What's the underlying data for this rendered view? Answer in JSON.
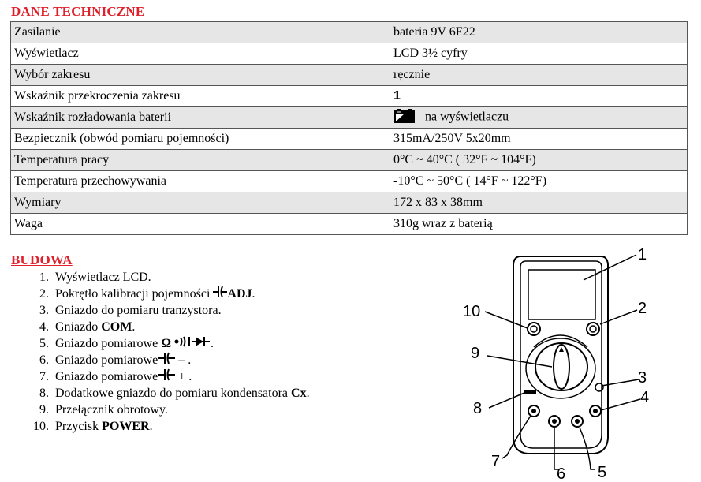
{
  "tech": {
    "heading": "DANE TECHNICZNE",
    "rows": [
      {
        "label": "Zasilanie",
        "value": "bateria 9V 6F22"
      },
      {
        "label": "Wyświetlacz",
        "value": "LCD 3½ cyfry"
      },
      {
        "label": "Wybór zakresu",
        "value": "ręcznie"
      },
      {
        "label": "Wskaźnik przekroczenia zakresu",
        "value": "1"
      },
      {
        "label": "Wskaźnik rozładowania baterii",
        "value": "na wyświetlaczu",
        "icon": "low-battery-icon"
      },
      {
        "label": "Bezpiecznik (obwód pomiaru pojemności)",
        "value": "315mA/250V 5x20mm"
      },
      {
        "label": "Temperatura pracy",
        "value": "0°C ~ 40°C  ( 32°F ~ 104°F)"
      },
      {
        "label": "Temperatura przechowywania",
        "value": "-10°C ~ 50°C  ( 14°F ~ 122°F)"
      },
      {
        "label": "Wymiary",
        "value": "172 x 83 x 38mm"
      },
      {
        "label": "Waga",
        "value": "310g wraz z baterią"
      }
    ]
  },
  "build": {
    "heading": "BUDOWA",
    "items": [
      {
        "n": "1.",
        "text": "Wyświetlacz LCD."
      },
      {
        "n": "2.",
        "pre": "Pokrętło kalibracji pojemności ",
        "bold": "ADJ",
        "post": ".",
        "icon": "capacitor-icon"
      },
      {
        "n": "3.",
        "text": "Gniazdo do pomiaru tranzystora."
      },
      {
        "n": "4.",
        "pre": "Gniazdo ",
        "bold": "COM",
        "post": "."
      },
      {
        "n": "5.",
        "pre": "Gniazdo pomiarowe ",
        "bold": "Ω",
        "post": ".",
        "icon": "continuity-diode-icon"
      },
      {
        "n": "6.",
        "pre": "Gniazdo pomiarowe",
        "post": " – .",
        "icon": "capacitor-icon"
      },
      {
        "n": "7.",
        "pre": "Gniazdo pomiarowe",
        "post": " + .",
        "icon": "capacitor-icon"
      },
      {
        "n": "8.",
        "pre": "Dodatkowe gniazdo do pomiaru kondensatora ",
        "bold": "Cx",
        "post": "."
      },
      {
        "n": "9.",
        "text": "Przełącznik  obrotowy."
      },
      {
        "n": "10.",
        "pre": "Przycisk ",
        "bold": "POWER",
        "post": "."
      }
    ]
  },
  "diagram": {
    "callouts": [
      "1",
      "2",
      "3",
      "4",
      "5",
      "6",
      "7",
      "8",
      "9",
      "10"
    ]
  }
}
